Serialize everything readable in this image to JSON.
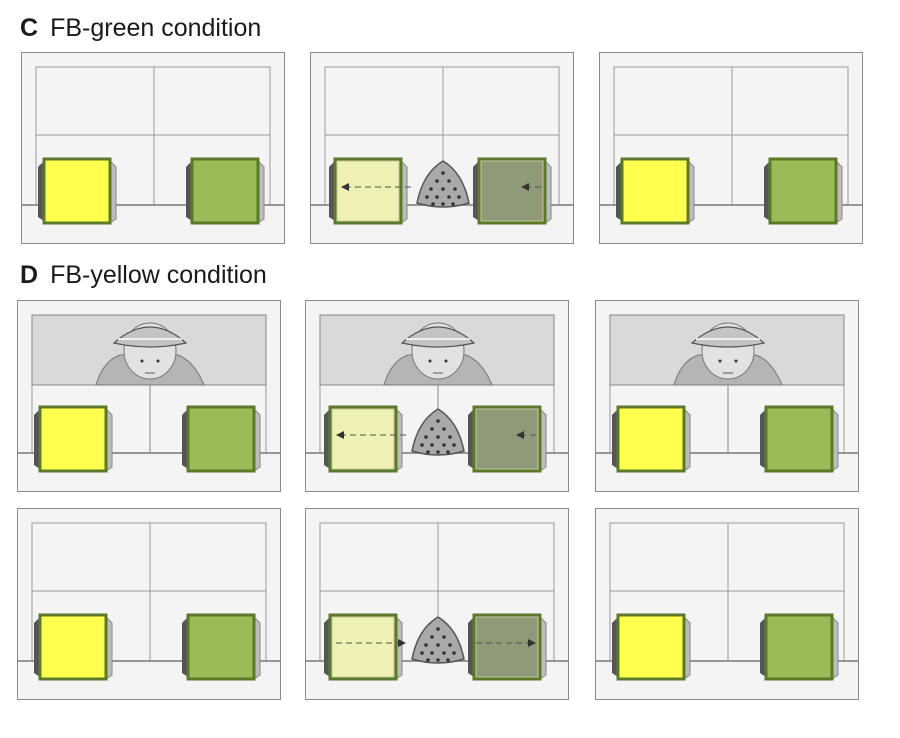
{
  "sections": [
    {
      "letter": "C",
      "title": "FB-green condition"
    },
    {
      "letter": "D",
      "title": "FB-yellow condition"
    }
  ],
  "rows": [
    {
      "section": "C",
      "agent": false,
      "panels": [
        {
          "scene": "start"
        },
        {
          "scene": "move-left"
        },
        {
          "scene": "end"
        }
      ]
    },
    {
      "section": "D",
      "agent": true,
      "panels": [
        {
          "scene": "start"
        },
        {
          "scene": "move-left"
        },
        {
          "scene": "end"
        }
      ]
    },
    {
      "section": "D",
      "agent": false,
      "panels": [
        {
          "scene": "start"
        },
        {
          "scene": "move-right"
        },
        {
          "scene": "end"
        }
      ]
    }
  ],
  "colors": {
    "yellow_box": "#ffff4d",
    "yellow_box_faded": "#eef0b4",
    "green_box": "#9bbb59",
    "green_box_faded": "#8f9a78",
    "box_border": "#5a7a2a",
    "wall": "#f4f4f4",
    "agent_bg": "#d9d9d9"
  }
}
